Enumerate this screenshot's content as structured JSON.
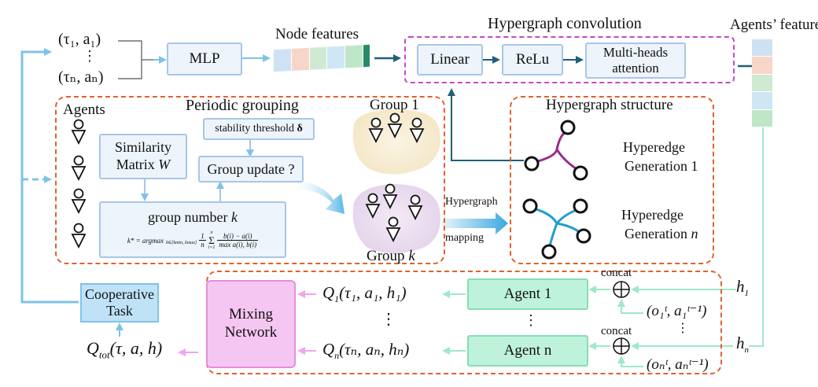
{
  "input": {
    "top_tuple": "(τ₁, a₁)",
    "dots": "⋮",
    "bottom_tuple": "(τₙ, aₙ)"
  },
  "mlp": {
    "label": "MLP"
  },
  "node_features": {
    "label": "Node features"
  },
  "hyper_conv": {
    "title": "Hypergraph convolution",
    "linear": "Linear",
    "relu": "ReLu",
    "attn_line1": "Multi-heads",
    "attn_line2": "attention"
  },
  "agents_features": {
    "label": "Agents’ features"
  },
  "agents": {
    "label": "Agents"
  },
  "grouping": {
    "title": "Periodic grouping",
    "similarity_line1": "Similarity",
    "similarity_line2": "Matrix",
    "similarity_var": "W",
    "stability_label": "stability threshold",
    "stability_symbol": "δ",
    "group_update": "Group update ?",
    "group_number_label": "group number",
    "group_number_var": "k",
    "formula_lhs": "k* = argmax",
    "formula_sub": "k∈[kmin, kmax]",
    "formula_frac_num": "1",
    "formula_frac_den": "n",
    "formula_sum": "Σ",
    "formula_sum_top": "n",
    "formula_sum_bot": "i=1",
    "formula_num": "b(i) − a(i)",
    "formula_den": "max a(i), b(i)"
  },
  "groups": {
    "group1": "Group 1",
    "groupk_prefix": "Group",
    "groupk_var": "k"
  },
  "mapping": {
    "line1": "Hypergraph",
    "line2": "mapping"
  },
  "hyper_structure": {
    "title": "Hypergraph structure",
    "gen1_line1": "Hyperedge",
    "gen1_line2": "Generation 1",
    "genn_line1": "Hyperedge",
    "genn_line2": "Generation",
    "genn_var": "n"
  },
  "cooperative": {
    "line1": "Cooperative",
    "line2": "Task"
  },
  "mixing": {
    "line1": "Mixing",
    "line2": "Network"
  },
  "qtot": {
    "main": "Q",
    "sub": "tot",
    "args": "(τ, a, h)"
  },
  "q1": {
    "main": "Q",
    "sub": "1",
    "args": "(τ₁, a₁, h₁)"
  },
  "qn": {
    "main": "Q",
    "sub": "n",
    "args": "(τₙ, aₙ, hₙ)"
  },
  "q_dots": "⋮",
  "agent1": {
    "label": "Agent 1"
  },
  "agentn": {
    "label": "Agent n"
  },
  "agent_dots": "⋮",
  "concat1": "concat",
  "concatn": "concat",
  "obs1": "(o₁ᵗ, a₁ᵗ⁻¹)",
  "obsn": "(oₙᵗ, aₙᵗ⁻¹)",
  "obs_dots": "⋮",
  "h1": {
    "main": "h",
    "sub": "1"
  },
  "hn": {
    "main": "h",
    "sub": "n"
  },
  "colors": {
    "orange_dash": "#e0622a",
    "pink_dash": "#cc44cc",
    "blue_box_fill": "#eef4fb",
    "blue_box_border": "#a8c6e6",
    "dark_arrow": "#1f5f7a",
    "light_blue_line": "#7fc3e6",
    "mint": "#bff2da",
    "mint_border": "#86deb6",
    "pink_box": "#f6c6f2",
    "pink_border": "#e48ee0",
    "coop_box": "#bfe2f6",
    "purple_edge": "#9a2a8e",
    "cyan_edge": "#1e9fd0"
  },
  "feature_colors": [
    "#cfe2f3",
    "#f7d5c8",
    "#cfead2",
    "#cfe6f5",
    "#bfe6c6"
  ]
}
